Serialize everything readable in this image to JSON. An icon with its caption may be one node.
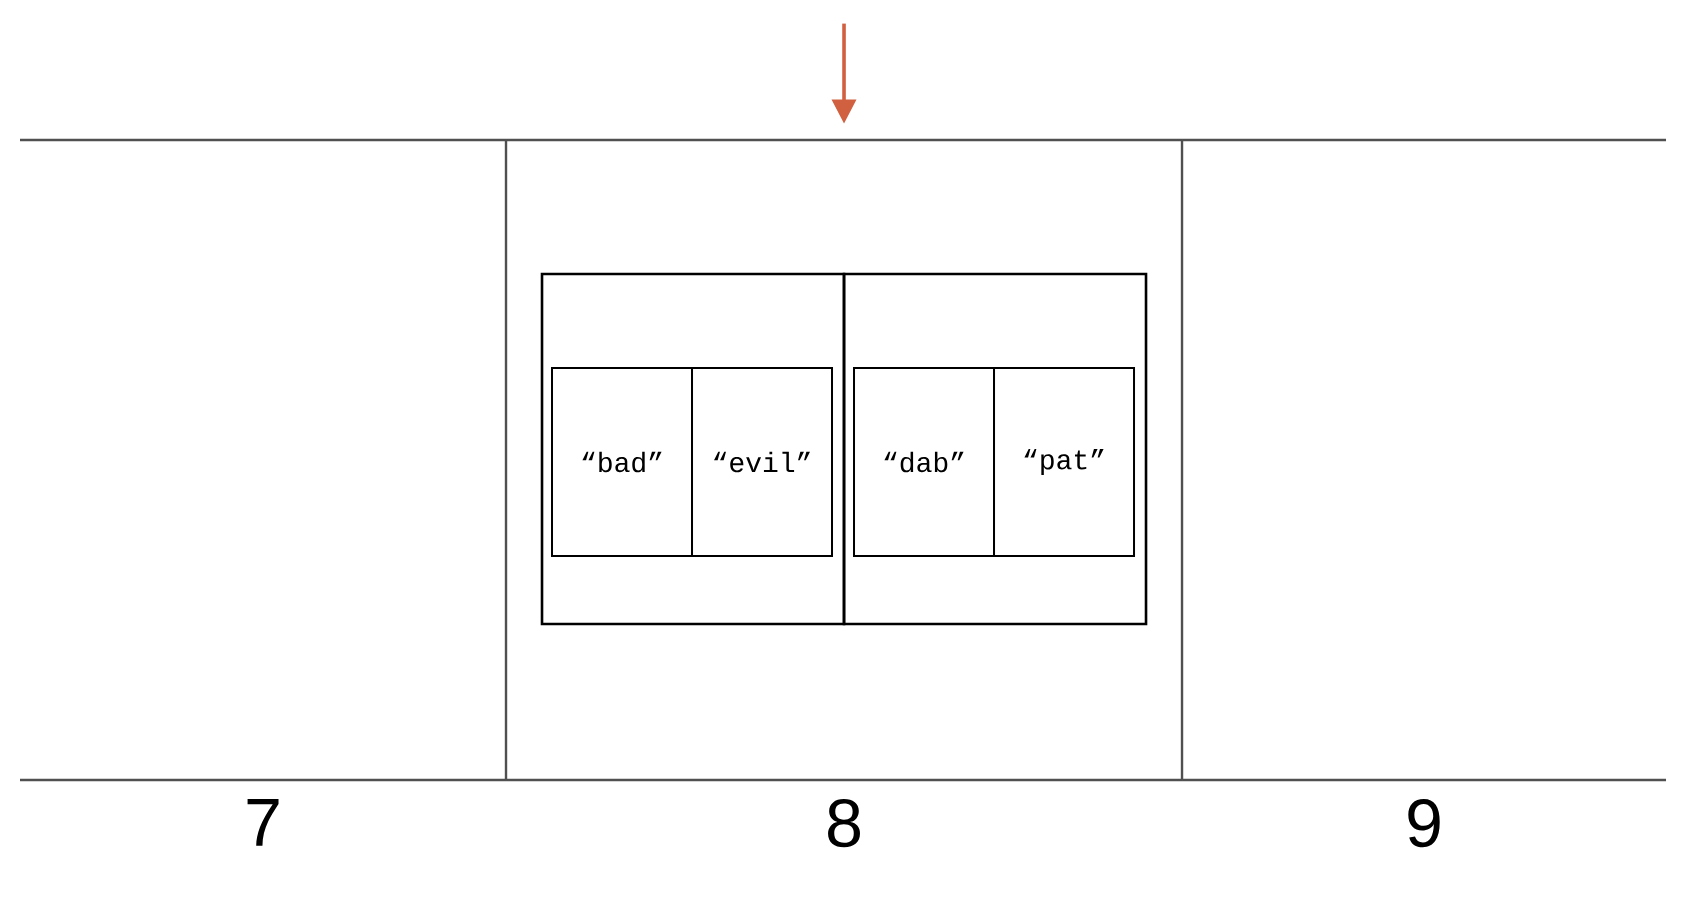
{
  "diagram": {
    "nodes": [
      {
        "text": [
          "7"
        ]
      },
      {
        "text": [
          "8"
        ]
      },
      {
        "text": [
          "9"
        ]
      },
      {
        "text": [],
        "shape": "box",
        "in": 1
      },
      {
        "text": [
          "“bad”"
        ],
        "in": 3
      },
      {
        "text": [
          "“evil”"
        ],
        "in": 3
      },
      {
        "text": [],
        "shape": "box",
        "in": 1
      },
      {
        "text": [
          "“dab”"
        ],
        "in": 6
      },
      {
        "text": [
          "“pat”"
        ],
        "in": 6
      }
    ],
    "edges": [
      {
        "from": null,
        "to": 1,
        "arrow": "to",
        "color": "#d0603f"
      }
    ]
  }
}
